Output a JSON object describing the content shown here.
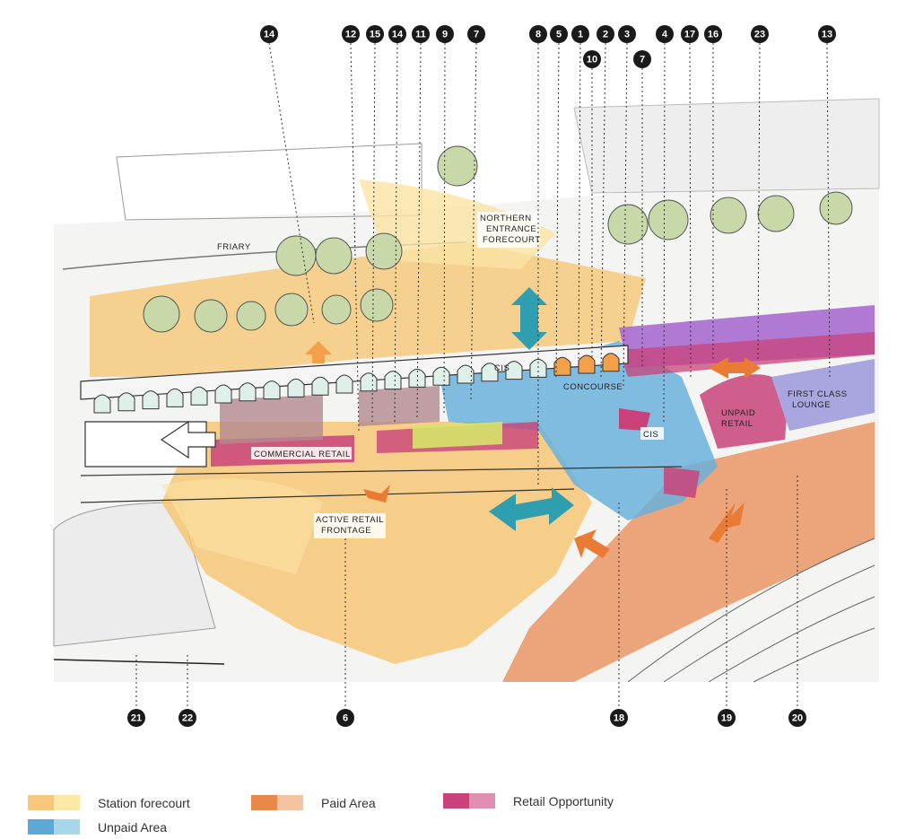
{
  "labels": {
    "friary": "FRIARY",
    "northern_forecourt": [
      "NORTHERN",
      "ENTRANCE",
      "FORECOURT"
    ],
    "cis_top": "CIS",
    "concourse": "CONCOURSE",
    "cis_mid": "CIS",
    "unpaid_retail": [
      "UNPAID",
      "RETAIL"
    ],
    "first_class": [
      "FIRST CLASS",
      "LOUNGE"
    ],
    "commercial_retail": "COMMERCIAL RETAIL",
    "active_retail": [
      "ACTIVE RETAIL",
      "FRONTAGE"
    ]
  },
  "markers_top": [
    "14",
    "12",
    "15",
    "14",
    "11",
    "9",
    "7",
    "8",
    "5",
    "1",
    "2",
    "3",
    "4",
    "17",
    "16",
    "23",
    "13"
  ],
  "markers_second": [
    "10",
    "7"
  ],
  "markers_bottom": [
    "21",
    "22",
    "6",
    "18",
    "19",
    "20"
  ],
  "legend": [
    {
      "label": "Station forecourt",
      "color_a": "#f7c77b",
      "color_b": "#fbe8a6"
    },
    {
      "label": "Unpaid Area",
      "color_a": "#5aa9d6",
      "color_b": "#a9d6ea"
    },
    {
      "label": "Paid Area",
      "color_a": "#e8894a",
      "color_b": "#f3c3a2"
    },
    {
      "label": "Retail Opportunity",
      "color_a": "#c9437a",
      "color_b": "#e08fb0"
    }
  ],
  "colors": {
    "forecourt": "#f6c46e",
    "forecourt_light": "#fbe3a4",
    "unpaid": "#6ab2dc",
    "paid": "#ea9565",
    "retail": "#c9437a",
    "arrow_teal": "#2f9fb0",
    "arrow_orange": "#e97b35",
    "tree": "#c8d8a8",
    "first_class": "#a9a6df",
    "retail_purple": "#a96bd0"
  }
}
